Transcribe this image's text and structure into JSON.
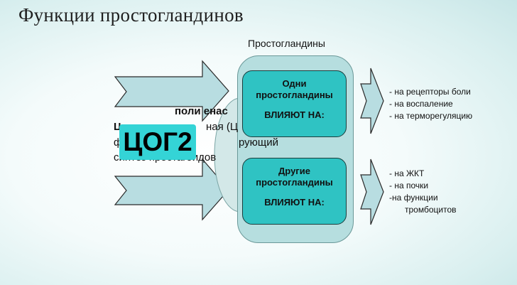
{
  "title": "Функции простогландинов",
  "group_caption": "Простогландины",
  "box_top": {
    "title": "Одни простогландины",
    "subtitle": "ВЛИЯЮТ НА:"
  },
  "box_bottom": {
    "title": "Другие простогландины",
    "subtitle": "ВЛИЯЮТ НА:"
  },
  "effects_top": [
    "- на рецепторы боли",
    "- на воспаление",
    "- на терморегуляцию"
  ],
  "effects_bottom": [
    "- на ЖКТ",
    "- на почки",
    "-на функции",
    "тромбоцитов"
  ],
  "overlay_label": "ЦОГ2",
  "garbled_text": [
    "поли енас",
    "Ц",
    "ная (Ц",
    "ф",
    "рующий",
    "синтез простагоидов"
  ],
  "colors": {
    "arrow_fill": "#b8dde1",
    "box_fill": "#2fc3c3",
    "group_fill": "#b6dedf",
    "cog_fill": "#34d4d6"
  }
}
